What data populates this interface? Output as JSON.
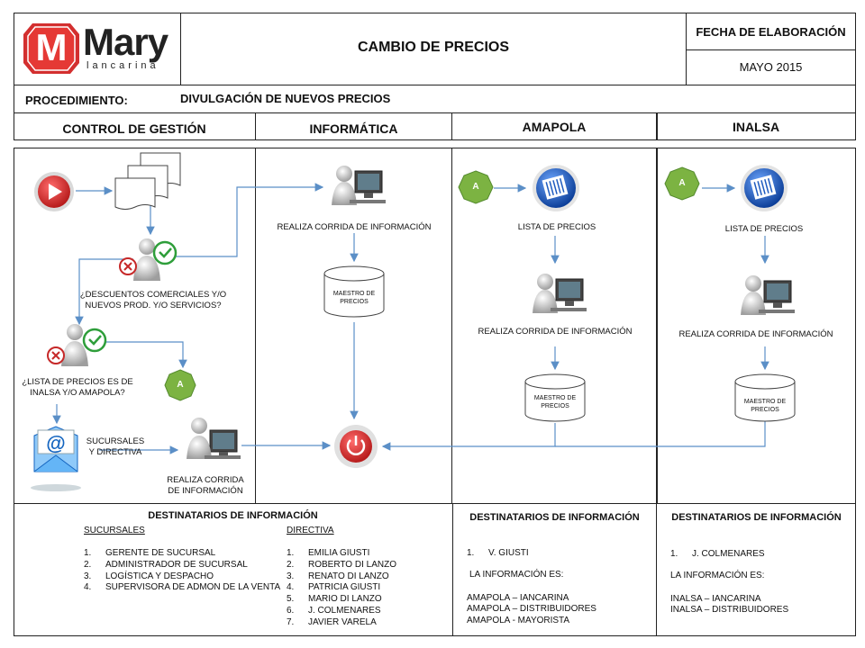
{
  "header": {
    "logo_text": "Mary",
    "logo_sub": "lancarina",
    "logo_letter": "M",
    "title": "CAMBIO DE PRECIOS",
    "date_label": "FECHA DE ELABORACIÓN",
    "date_value": "MAYO 2015"
  },
  "procedure": {
    "label": "PROCEDIMIENTO:",
    "value": "DIVULGACIÓN DE NUEVOS PRECIOS"
  },
  "lanes": [
    "CONTROL DE GESTIÓN",
    "INFORMÁTICA",
    "AMAPOLA",
    "INALSA"
  ],
  "flow": {
    "q1": "¿DESCUENTOS COMERCIALES Y/O NUEVOS PROD. Y/O SERVICIOS?",
    "q2": "¿LISTA DE PRECIOS ES DE INALSA Y/O AMAPOLA?",
    "connector": "A",
    "email_label": "SUCURSALES Y DIRECTIVA",
    "run_info": "REALIZA CORRIDA DE INFORMACIÓN",
    "price_list": "LISTA DE PRECIOS",
    "master": "MAESTRO DE PRECIOS"
  },
  "recipients": {
    "heading": "DESTINATARIOS DE INFORMACIÓN",
    "sucursales_title": "SUCURSALES",
    "sucursales": [
      "GERENTE DE SUCURSAL",
      "ADMINISTRADOR DE SUCURSAL",
      "LOGÍSTICA Y DESPACHO",
      "SUPERVISORA DE ADMON DE LA VENTA"
    ],
    "directiva_title": "DIRECTIVA",
    "directiva": [
      "EMILIA GIUSTI",
      "ROBERTO DI LANZO",
      "RENATO DI LANZO",
      "PATRICIA GIUSTI",
      "MARIO DI LANZO",
      "J. COLMENARES",
      "JAVIER VARELA"
    ],
    "amapola_person": "V. GIUSTI",
    "info_is": "LA INFORMACIÓN ES:",
    "amapola_info": [
      "AMAPOLA – IANCARINA",
      "AMAPOLA – DISTRIBUIDORES",
      "AMAPOLA - MAYORISTA"
    ],
    "inalsa_person": "J. COLMENARES",
    "inalsa_info": [
      "INALSA – IANCARINA",
      "INALSA – DISTRIBUIDORES"
    ]
  },
  "colors": {
    "arrow": "#5b8fc7",
    "connector_green": "#7cb342",
    "logo_red": "#d32f2f",
    "play_red": "#c62828",
    "doc_blue": "#1e5bbf"
  }
}
